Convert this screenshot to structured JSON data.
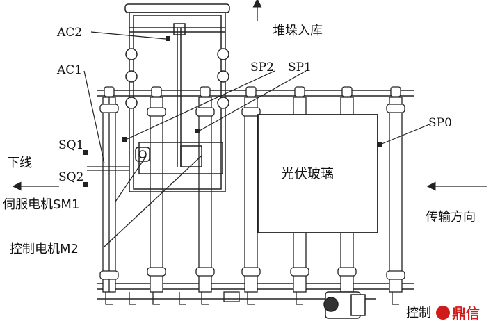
{
  "labels": {
    "ac2": "AC2",
    "ac1": "AC1",
    "sp2": "SP2",
    "sp1": "SP1",
    "sp0": "SP0",
    "sq1": "SQ1",
    "sq2": "SQ2",
    "down_line": "下线",
    "stack_in": "堆垛入库",
    "glass": "光伏玻璃",
    "conveyor_dir": "传输方向",
    "servo_motor": "伺服电机SM1",
    "control_motor": "控制电机M2",
    "control_box": "控制",
    "watermark": "鼎信"
  },
  "colors": {
    "line": "#222222",
    "watermark": "#d11a1a"
  }
}
